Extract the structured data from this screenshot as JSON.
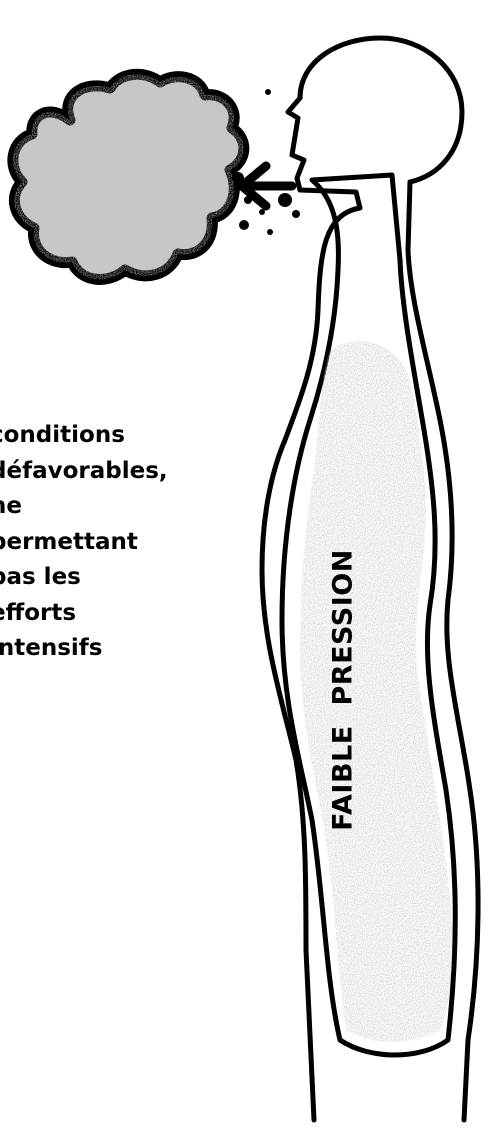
{
  "caption_lines": [
    "conditions",
    "défavorables,",
    "ne",
    "permettant",
    "pas les",
    "efforts",
    "intensifs"
  ],
  "vertical_label": "FAIBLE  PRESSION",
  "colors": {
    "outline": "#000000",
    "stipple": "#b5b5b5",
    "background": "#ffffff"
  },
  "icons": [
    "cloud",
    "arrow-left",
    "body-outline"
  ]
}
